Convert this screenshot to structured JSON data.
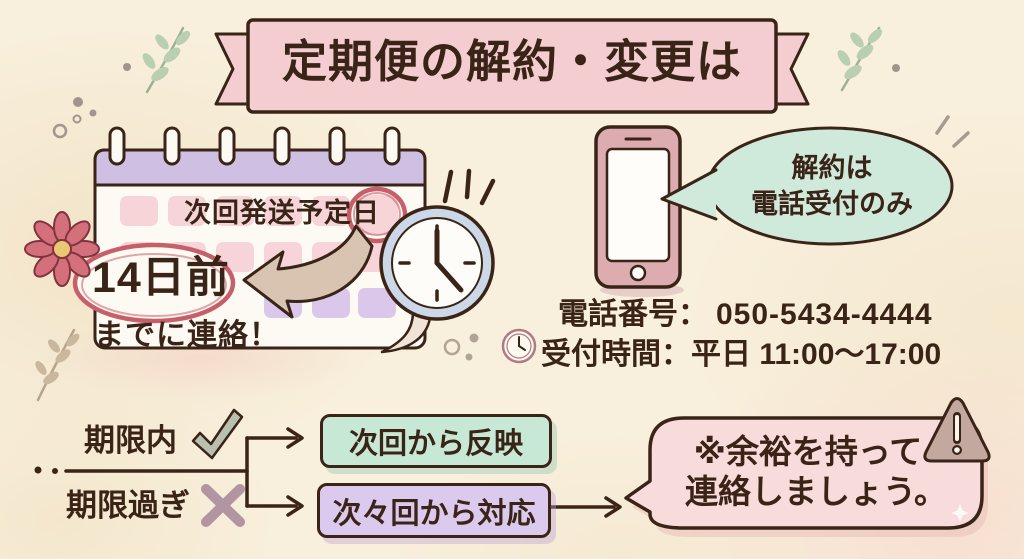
{
  "colors": {
    "background": "#f8efdc",
    "ink": "#3a2418",
    "ribbon_pink": "#f4cdd1",
    "calendar_header": "#cfc0e3",
    "calendar_paper": "#fdfaf3",
    "cell_pink": "#f7d4d8",
    "cell_purple": "#dac7ea",
    "accent_red": "#c75f6b",
    "arrow_tan": "#d9c3b1",
    "clock_rim": "#ccd7e8",
    "phone_body": "#dcacb1",
    "mint": "#cfe9db",
    "box_green": "#c6e8d5",
    "box_purple": "#dcc9ee",
    "bubble_pink": "#f8dbdb",
    "warning_tan": "#c3a89f",
    "check_fill": "#b9c0ae",
    "cross_mauve": "#b295a2",
    "leaf_green": "#b9cfb2",
    "leaf_tan": "#c9b89d",
    "dot_gray": "#a3958b"
  },
  "banner": {
    "title": "定期便の解約・変更は"
  },
  "calendar": {
    "date_label": "次回発送予定日",
    "deadline": "14日前",
    "instruction": "までに連絡！"
  },
  "contact": {
    "bubble_line1": "解約は",
    "bubble_line2": "電話受付のみ",
    "phone_label": "電話番号：",
    "phone_number": "050-5434-4444",
    "hours_label": "受付時間：",
    "hours_value": "平日 11:00〜17:00"
  },
  "flow": {
    "in_deadline": "期限内",
    "past_deadline": "期限過ぎ",
    "result_next": "次回から反映",
    "result_after_next": "次々回から対応",
    "advice_line1": "※余裕を持って",
    "advice_line2": "連絡しましょう。"
  }
}
